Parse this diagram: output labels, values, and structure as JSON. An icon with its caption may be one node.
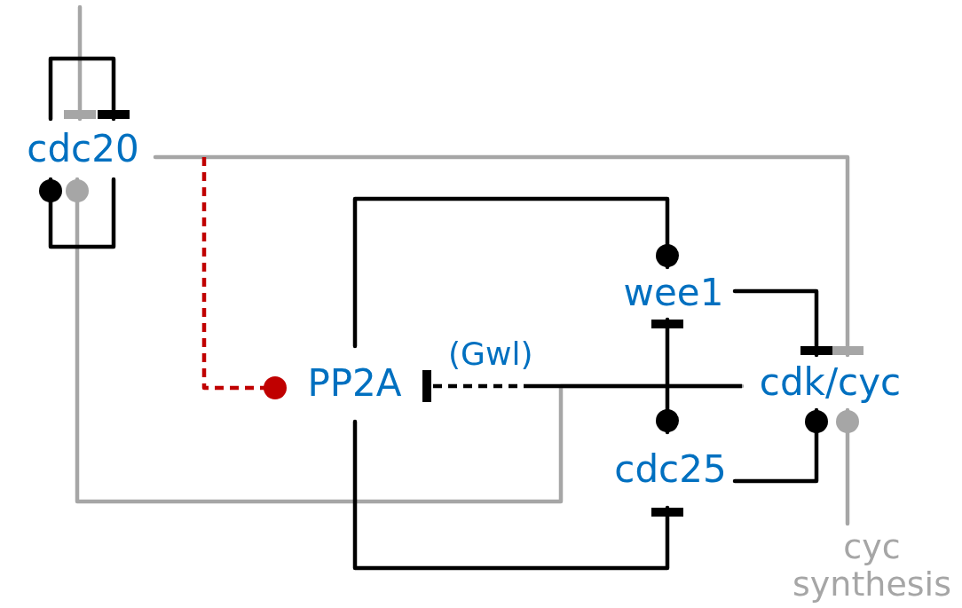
{
  "diagram": {
    "nodes": [
      {
        "text": [
          "cdc20"
        ]
      },
      {
        "text": [
          "PP2A"
        ]
      },
      {
        "text": [
          "wee1"
        ]
      },
      {
        "text": [
          "cdk/cyc"
        ]
      },
      {
        "text": [
          "cdc25"
        ]
      },
      {
        "text": [
          "cyc synthesis"
        ]
      }
    ],
    "edges": [
      {
        "from": null,
        "to": 0,
        "arrow": "other",
        "color": "#a6a6a6"
      },
      {
        "from": 0,
        "to": 0,
        "arrow": "other"
      },
      {
        "from": 0,
        "to": 0,
        "arrow": "other"
      },
      {
        "from": 0,
        "to": 3,
        "arrow": "other",
        "color": "#a6a6a6"
      },
      {
        "from": 0,
        "to": 1,
        "arrow": "other",
        "style": "dashed",
        "color": "#c00000"
      },
      {
        "from": 1,
        "to": 2,
        "arrow": "other"
      },
      {
        "from": 1,
        "to": 4,
        "arrow": "other"
      },
      {
        "from": 2,
        "to": 3,
        "arrow": "other"
      },
      {
        "from": 4,
        "to": 3,
        "arrow": "other"
      },
      {
        "from": 5,
        "to": 3,
        "arrow": "other",
        "color": "#a6a6a6"
      },
      {
        "from": 3,
        "to": 1,
        "arrow": "other",
        "label": "(Gwl)",
        "style": "dashed"
      },
      {
        "from": 3,
        "to": 0,
        "arrow": "other",
        "color": "#a6a6a6"
      },
      {
        "from": 4,
        "to": 2,
        "arrow": "other"
      }
    ]
  }
}
